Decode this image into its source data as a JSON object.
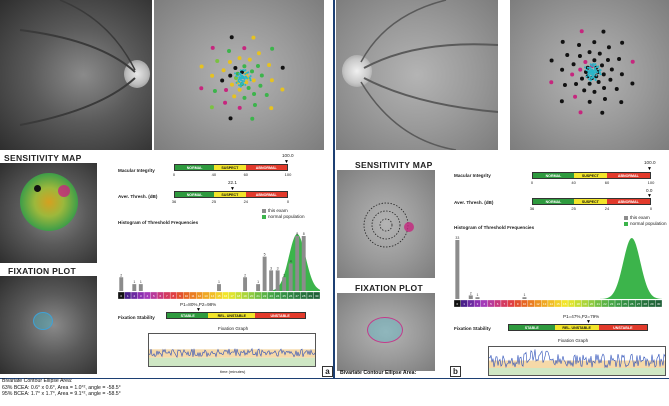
{
  "panel_a": {
    "tag": "a",
    "sensitivity_map_title": "SENSITIVITY MAP",
    "fixation_plot_title": "FIXATION PLOT",
    "macular_integrity_label": "Macular Integrity",
    "macular_integrity_value": "100.0",
    "macular_scale": {
      "normal": "NORMAL",
      "suspect": "SUSPECT",
      "abnormal": "ABNORMAL",
      "ticks": [
        "0",
        "40",
        "60",
        "100"
      ]
    },
    "aver_thresh_label": "Aver. Thresh. (dB)",
    "aver_thresh_value": "22.1",
    "thresh_scale": {
      "normal": "NORMAL",
      "suspect": "SUSPECT",
      "abnormal": "ABNORMAL",
      "ticks": [
        "36",
        "25",
        "24",
        "0"
      ]
    },
    "histogram_title": "Histogram of Threshold Frequencies",
    "legend_this_exam": "this exam",
    "legend_normal_population": "normal population",
    "fixation_stability_label": "Fixation Stability",
    "fixation_p_values": "P1=80%,P2=98%",
    "stability_scale": {
      "stable": "STABLE",
      "rel_unstable": "REL. UNSTABLE",
      "unstable": "UNSTABLE"
    },
    "fixation_graph_title": "Fixation Graph",
    "graph_xlabel": "time (minutes)",
    "graph_ylabel": "distance (°)",
    "graph_xticks": [
      "0",
      "1",
      "2",
      "3"
    ],
    "bivariate_title": "Bivariate Contour Ellipse Area:",
    "bcea_63": "63% BCEA: 0.6° x 0.6°, Area = 1.0°², angle = -58.5°",
    "bcea_95": "95% BCEA: 1.7° x 1.7°, Area = 9.1°², angle = -58.5°"
  },
  "panel_b": {
    "tag": "b",
    "sensitivity_map_title": "SENSITIVITY MAP",
    "fixation_plot_title": "FIXATION PLOT",
    "macular_integrity_label": "Macular Integrity",
    "macular_integrity_value": "100.0",
    "macular_scale": {
      "normal": "NORMAL",
      "suspect": "SUSPECT",
      "abnormal": "ABNORMAL",
      "ticks": [
        "0",
        "40",
        "60",
        "100"
      ]
    },
    "aver_thresh_label": "Aver. Thresh. (dB)",
    "aver_thresh_value": "0.0",
    "thresh_scale": {
      "normal": "NORMAL",
      "suspect": "SUSPECT",
      "abnormal": "ABNORMAL",
      "ticks": [
        "36",
        "25",
        "24",
        "0"
      ]
    },
    "histogram_title": "Histogram of Threshold Frequencies",
    "legend_this_exam": "this exam",
    "legend_normal_population": "normal population",
    "fixation_stability_label": "Fixation Stability",
    "fixation_p_values": "P1=47%,P2=79%",
    "stability_scale": {
      "stable": "STABLE",
      "rel_unstable": "REL. UNSTABLE",
      "unstable": "UNSTABLE"
    },
    "fixation_graph_title": "Fixation Graph",
    "graph_ylabel": "distance (°)",
    "bivariate_title": "Bivariate Contour Ellipse Area:"
  },
  "chart_data": [
    {
      "type": "bar",
      "title": "Histogram of Threshold Frequencies",
      "categories": [
        "0",
        "1",
        "2",
        "3",
        "4",
        "5",
        "6",
        "7",
        "8",
        "9",
        "10",
        "11",
        "12",
        "13",
        "14",
        "15",
        "16",
        "17",
        "18",
        "19",
        "20",
        "21",
        "22",
        "23",
        "24",
        "25",
        "26",
        "27",
        "28",
        "29",
        "30"
      ],
      "series": [
        {
          "name": "this exam",
          "values": [
            2,
            0,
            1,
            1,
            0,
            0,
            0,
            0,
            0,
            0,
            0,
            0,
            0,
            0,
            0,
            1,
            0,
            0,
            0,
            2,
            0,
            1,
            5,
            3,
            3,
            2,
            4,
            8,
            8,
            0,
            0
          ]
        }
      ],
      "colors": {
        "this_exam": "#8c8c8c",
        "normal_population": "#3cb44b"
      }
    },
    {
      "type": "bar",
      "title": "Histogram of Threshold Frequencies",
      "categories": [
        "0",
        "1",
        "2",
        "3",
        "4",
        "5",
        "6",
        "7",
        "8",
        "9",
        "10",
        "11",
        "12",
        "13",
        "14",
        "15",
        "16",
        "17",
        "18",
        "19",
        "20",
        "21",
        "22",
        "23",
        "24",
        "25",
        "26",
        "27",
        "28",
        "29",
        "30"
      ],
      "series": [
        {
          "name": "this exam",
          "values": [
            33,
            0,
            2,
            1,
            0,
            0,
            0,
            0,
            0,
            0,
            1,
            0,
            0,
            0,
            0,
            0,
            0,
            0,
            0,
            0,
            0,
            0,
            0,
            0,
            0,
            0,
            0,
            0,
            0,
            0,
            0
          ]
        }
      ],
      "colors": {
        "this_exam": "#8c8c8c",
        "normal_population": "#3cb44b"
      }
    }
  ],
  "colors": {
    "normal": "#2e9a3e",
    "suspect": "#f2e52a",
    "abnormal": "#e23a2b",
    "frame": "#1c3f73"
  }
}
